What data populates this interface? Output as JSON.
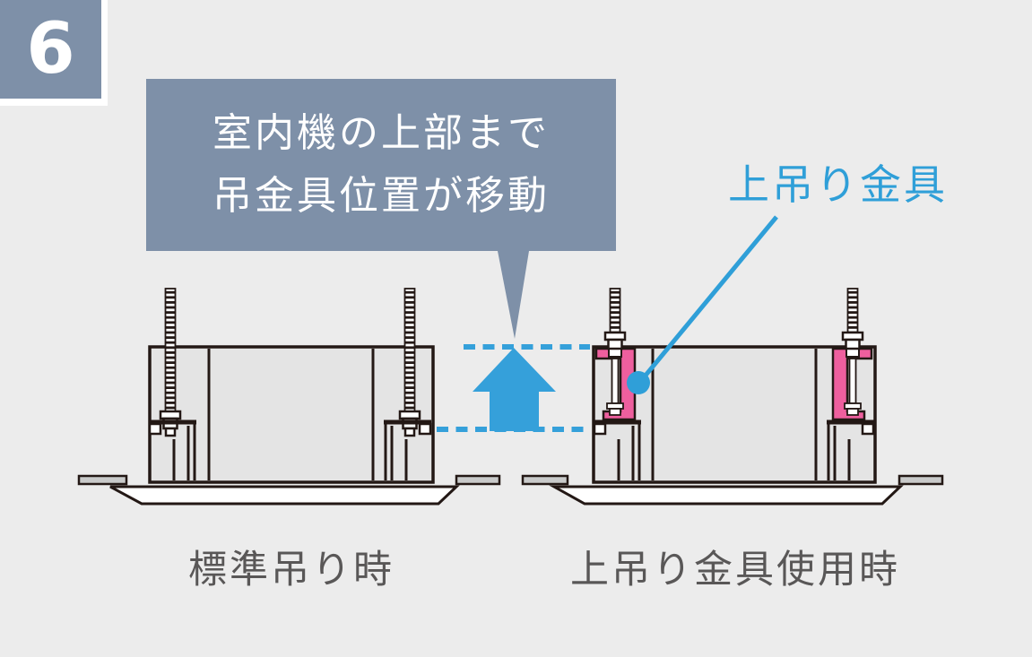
{
  "step_badge": {
    "number": "6"
  },
  "callout": {
    "line1": "室内機の上部まで",
    "line2": "吊金具位置が移動"
  },
  "annotation": {
    "label": "上吊り金具"
  },
  "diagrams": {
    "left": {
      "caption": "標準吊り時"
    },
    "right": {
      "caption": "上吊り金具使用時"
    }
  },
  "colors": {
    "background": "#ECECEC",
    "slate_blue": "#7E90A8",
    "accent_blue": "#35A0DA",
    "annotation_blue": "#2F9FD8",
    "bracket_pink": "#EE5F9E",
    "outline_dark": "#231815",
    "caption_gray": "#595757",
    "unit_body_fill": "#E4E4E4",
    "ceiling_fill": "#C9CACA",
    "panel_fill": "#FFFFFF"
  }
}
